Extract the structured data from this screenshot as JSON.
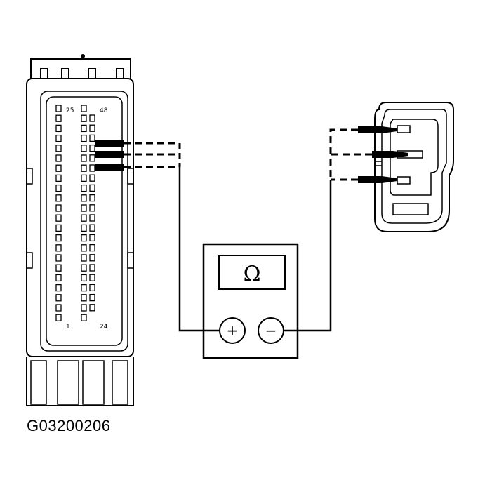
{
  "figure_id": "G03200206",
  "meter": {
    "display_symbol": "Ω",
    "positive_symbol": "+",
    "negative_symbol": "−"
  },
  "module": {
    "pin_labels": {
      "top_left": "25",
      "top_right": "48",
      "bottom_left": "1",
      "bottom_right": "24"
    }
  },
  "colors": {
    "line": "#000000",
    "background": "#ffffff"
  }
}
